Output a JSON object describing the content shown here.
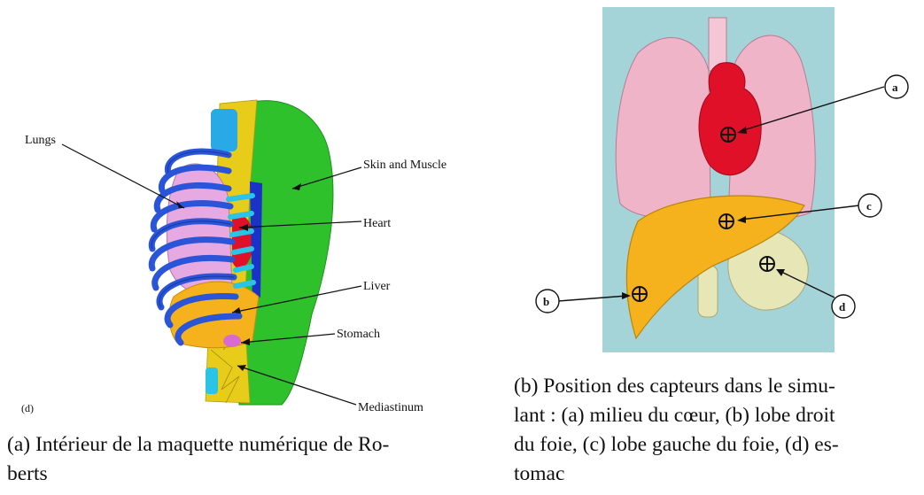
{
  "figure_a": {
    "labels": {
      "lungs": "Lungs",
      "skin_muscle": "Skin and Muscle",
      "heart": "Heart",
      "liver": "Liver",
      "stomach": "Stomach",
      "mediastinum": "Mediastinum",
      "panel": "(d)"
    },
    "caption_line1": "(a) Intérieur de la maquette numérique de Ro-",
    "caption_line2": "berts"
  },
  "figure_b": {
    "sensor_labels": {
      "a": "a",
      "b": "b",
      "c": "c",
      "d": "d"
    },
    "caption_lines": [
      "(b) Position des capteurs dans le simu-",
      "lant : (a) milieu du cœur, (b) lobe droit",
      "du foie, (c) lobe gauche du foie, (d) es-",
      "tomac"
    ]
  },
  "colors": {
    "skin": "#2fc12c",
    "ribs": "#2a55d8",
    "lungs": "#e7a9e1",
    "heart": "#e01028",
    "liver": "#f5b21c",
    "mediastinum": "#e8cc1a",
    "cyan": "#29c4e6",
    "panel_bg": "#a4d3d8",
    "lungs_b": "#f0b4c8"
  }
}
